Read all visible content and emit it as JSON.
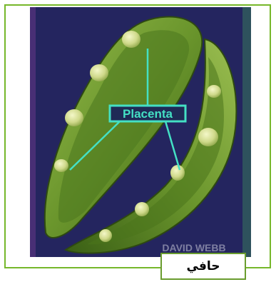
{
  "diagram": {
    "label": "Placenta",
    "credit": "DAVID WEBB"
  },
  "caption": {
    "text": "حافي"
  },
  "colors": {
    "frame": "#76b72a",
    "background": "#24255f",
    "pod": "#6f9a2f",
    "label": "#44e0c4"
  }
}
